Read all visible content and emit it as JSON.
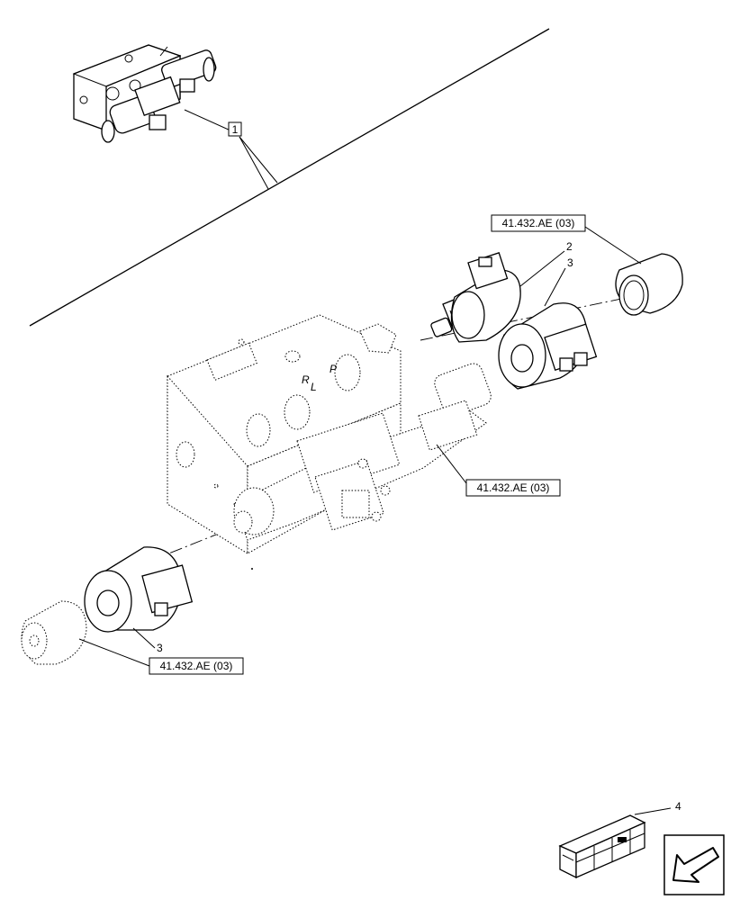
{
  "callouts": {
    "item1": "1",
    "item2": "2",
    "item3_upper": "3",
    "item3_lower": "3",
    "item4": "4"
  },
  "references": {
    "top_right": "41.432.AE (03)",
    "middle_right": "41.432.AE (03)",
    "bottom_left": "41.432.AE (03)"
  },
  "port_marks": {
    "l": "L",
    "r": "R",
    "p": "P"
  },
  "icons": {
    "crate": "parts-crate-icon",
    "navigation": "back-arrow-icon"
  }
}
